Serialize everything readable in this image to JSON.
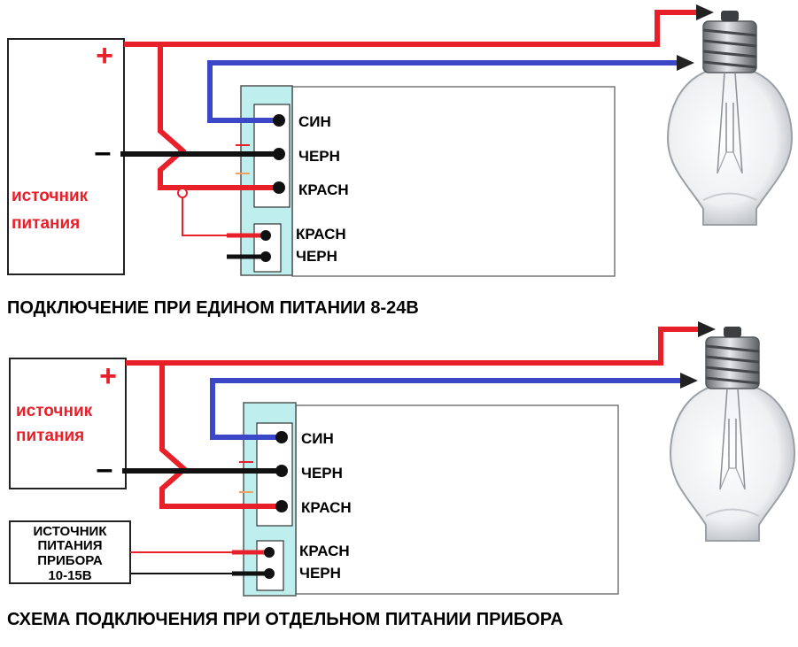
{
  "colors": {
    "red": "#e8202a",
    "blue": "#3a48c8",
    "black": "#111111",
    "terminal_fill": "#bfeeee",
    "box_stroke": "#777777"
  },
  "icons": {
    "lamp": "incandescent-bulb-icon"
  },
  "top": {
    "source_plus": "+",
    "source_minus": "–",
    "source_label_line1": "источник",
    "source_label_line2": "питания",
    "terminals": [
      "СИН",
      "ЧЕРН",
      "КРАСН"
    ],
    "power_terminals": [
      "КРАСН",
      "ЧЕРН"
    ],
    "caption": "ПОДКЛЮЧЕНИЕ ПРИ ЕДИНОМ ПИТАНИИ 8-24В"
  },
  "bottom": {
    "source_plus": "+",
    "source_minus": "–",
    "source_label_line1": "источник",
    "source_label_line2": "питания",
    "device_source_line1": "ИСТОЧНИК",
    "device_source_line2": "ПИТАНИЯ",
    "device_source_line3": "ПРИБОРА",
    "device_source_line4": "10-15В",
    "terminals": [
      "СИН",
      "ЧЕРН",
      "КРАСН"
    ],
    "power_terminals": [
      "КРАСН",
      "ЧЕРН"
    ],
    "caption": "СХЕМА ПОДКЛЮЧЕНИЯ ПРИ ОТДЕЛЬНОМ ПИТАНИИ ПРИБОРА"
  }
}
